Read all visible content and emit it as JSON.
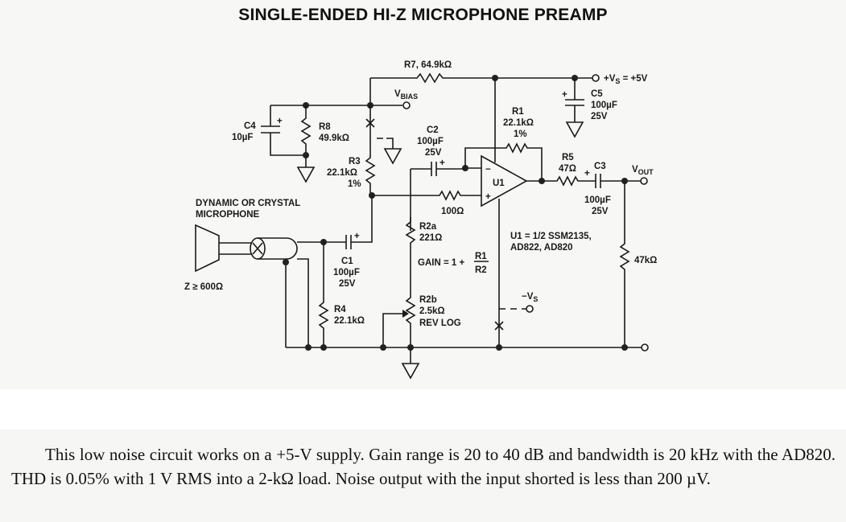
{
  "title": "SINGLE-ENDED HI-Z MICROPHONE PREAMP",
  "components": {
    "R7": {
      "ref": "R7, 64.9kΩ"
    },
    "VBIAS": {
      "label": "V",
      "sub": "BIAS"
    },
    "C4": {
      "ref": "C4",
      "value": "10µF"
    },
    "R8": {
      "ref": "R8",
      "value": "49.9kΩ"
    },
    "R3": {
      "ref": "R3",
      "value": "22.1kΩ",
      "tol": "1%"
    },
    "C2": {
      "ref": "C2",
      "value": "100µF",
      "voltage": "25V"
    },
    "R1": {
      "ref": "R1",
      "value": "22.1kΩ",
      "tol": "1%"
    },
    "C5": {
      "ref": "C5",
      "value": "100µF",
      "voltage": "25V"
    },
    "VS": {
      "label": "+V",
      "sub": "S",
      "suffix": " = +5V"
    },
    "R5": {
      "ref": "R5",
      "value": "47Ω"
    },
    "C3": {
      "ref": "C3",
      "value": "100µF",
      "voltage": "25V"
    },
    "VOUT": {
      "label": "V",
      "sub": "OUT"
    },
    "R_in": {
      "value": "100Ω"
    },
    "U1": {
      "ref": "U1",
      "note_line1": "U1 = 1/2 SSM2135,",
      "note_line2": "AD822, AD820"
    },
    "mic": {
      "line1": "DYNAMIC OR CRYSTAL",
      "line2": "MICROPHONE",
      "impedance": "Z ≥ 600Ω"
    },
    "C1": {
      "ref": "C1",
      "value": "100µF",
      "voltage": "25V"
    },
    "R4": {
      "ref": "R4",
      "value": "22.1kΩ"
    },
    "R2a": {
      "ref": "R2a",
      "value": "221Ω"
    },
    "R2b": {
      "ref": "R2b",
      "value": "2.5kΩ",
      "type": "REV LOG"
    },
    "gain": {
      "prefix": "GAIN = 1 + ",
      "num": "R1",
      "den": "R2"
    },
    "RL": {
      "value": "47kΩ"
    },
    "NVS": {
      "label": "−V",
      "sub": "S"
    },
    "plus": "+",
    "minus": "−"
  },
  "caption": "This low noise circuit works on a +5-V supply. Gain range is 20 to 40 dB and bandwidth is 20 kHz with the AD820. THD is 0.05% with 1 V RMS into a 2-kΩ load. Noise output with the input shorted is less than 200 µV."
}
